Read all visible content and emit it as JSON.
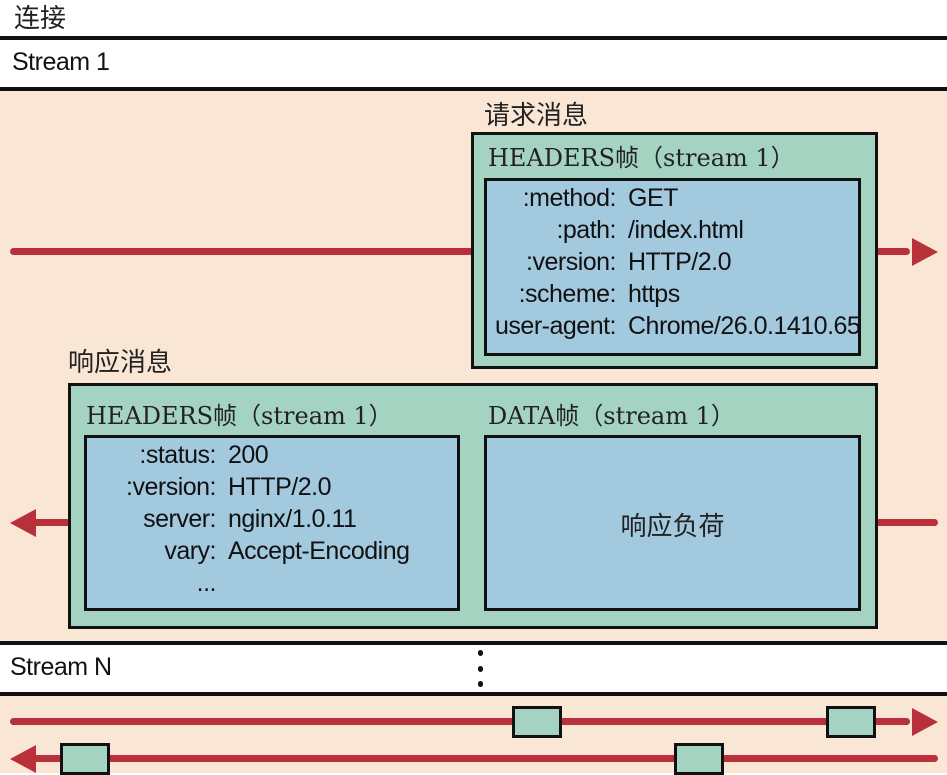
{
  "connection_label": "连接",
  "stream1": {
    "label": "Stream 1",
    "request": {
      "label": "请求消息",
      "frame_title": "HEADERS帧（stream 1）",
      "headers": [
        {
          "key": ":method:",
          "value": "GET"
        },
        {
          "key": ":path:",
          "value": "/index.html"
        },
        {
          "key": ":version:",
          "value": "HTTP/2.0"
        },
        {
          "key": ":scheme:",
          "value": "https"
        },
        {
          "key": "user-agent:",
          "value": "Chrome/26.0.1410.65"
        }
      ]
    },
    "response": {
      "label": "响应消息",
      "headers_frame_title": "HEADERS帧（stream 1）",
      "headers": [
        {
          "key": ":status:",
          "value": "200"
        },
        {
          "key": ":version:",
          "value": "HTTP/2.0"
        },
        {
          "key": "server:",
          "value": "nginx/1.0.11"
        },
        {
          "key": "vary:",
          "value": "Accept-Encoding"
        },
        {
          "key": "...",
          "value": ""
        }
      ],
      "data_frame_title": "DATA帧（stream 1）",
      "data_payload": "响应负荷"
    }
  },
  "streamN": {
    "label": "Stream N",
    "ellipsis": "⋮"
  },
  "colors": {
    "band": "#fae6d4",
    "arrow": "#b83039",
    "frame": "#a5d3c1",
    "inner": "#a3c9df"
  }
}
